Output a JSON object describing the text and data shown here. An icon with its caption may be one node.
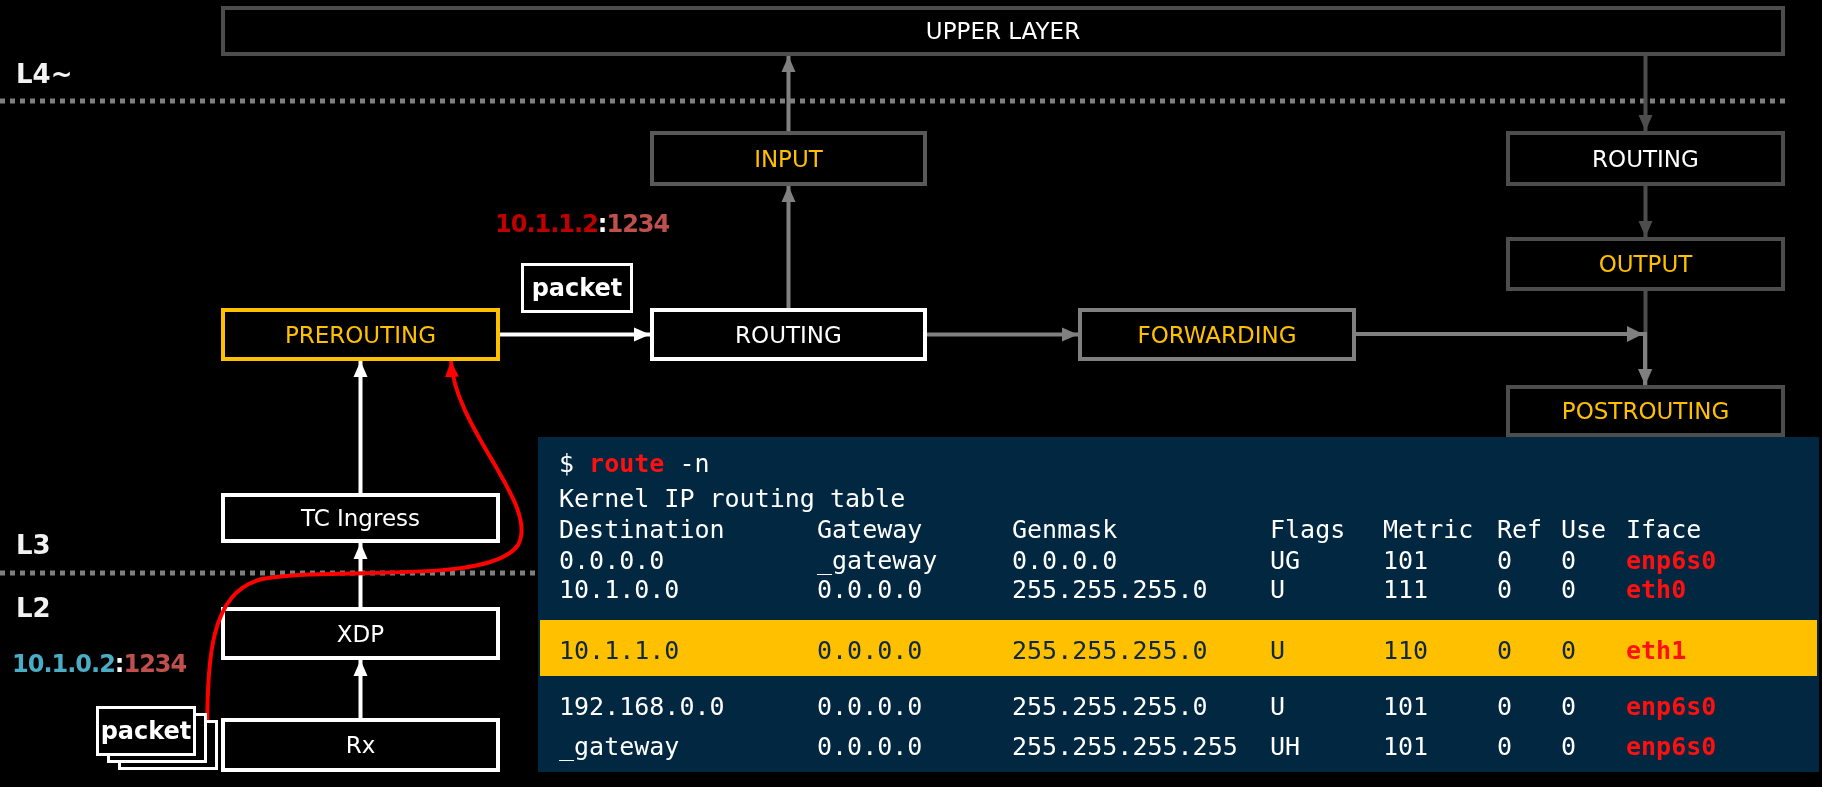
{
  "diagram": {
    "nodes": [
      {
        "text": [
          "UPPER LAYER"
        ]
      },
      {
        "text": [
          "INPUT"
        ]
      },
      {
        "text": [
          "ROUTING"
        ]
      },
      {
        "text": [
          "OUTPUT"
        ]
      },
      {
        "text": [
          "packet"
        ]
      },
      {
        "text": [
          "PREROUTING"
        ]
      },
      {
        "text": [
          "ROUTING"
        ]
      },
      {
        "text": [
          "FORWARDING"
        ]
      },
      {
        "text": [
          "POSTROUTING"
        ]
      },
      {
        "text": [
          "TC Ingress"
        ]
      },
      {
        "text": [
          "XDP"
        ]
      },
      {
        "text": [
          "packet"
        ]
      },
      {
        "text": [
          "Rx"
        ]
      }
    ],
    "edges": [
      {
        "from": 12,
        "to": 10,
        "arrow": "to"
      },
      {
        "from": 10,
        "to": 9,
        "arrow": "to"
      },
      {
        "from": 9,
        "to": 5,
        "arrow": "to"
      },
      {
        "from": 5,
        "to": 6,
        "arrow": "to"
      },
      {
        "from": 6,
        "to": 1,
        "arrow": "to",
        "color": "#808080"
      },
      {
        "from": 1,
        "to": 0,
        "arrow": "to",
        "color": "#808080"
      },
      {
        "from": 6,
        "to": 7,
        "arrow": "to",
        "color": "#808080"
      },
      {
        "from": 0,
        "to": 2,
        "arrow": "to",
        "color": "#4d4d4d"
      },
      {
        "from": 2,
        "to": 3,
        "arrow": "to",
        "color": "#4d4d4d"
      },
      {
        "from": 3,
        "to": 8,
        "arrow": "to",
        "color": "#4d4d4d"
      },
      {
        "from": 7,
        "to": 8,
        "arrow": "to",
        "color": "#808080"
      },
      {
        "from": 11,
        "to": 5,
        "arrow": "to",
        "color": "#ff0000"
      }
    ],
    "labels": [
      "L4~",
      "10.1.1.2:1234",
      "L3",
      "L2",
      "10.1.0.2:1234",
      "$ **route** -n",
      "Kernel IP routing table",
      "Destination",
      "Gateway",
      "Genmask",
      "Flags",
      "Metric",
      "Ref",
      "Use",
      "Iface",
      "0.0.0.0",
      "_gateway",
      "0.0.0.0",
      "UG",
      "101",
      "0",
      "0",
      "enp6s0",
      "10.1.0.0",
      "0.0.0.0",
      "255.255.255.0",
      "U",
      "111",
      "0",
      "0",
      "eth0",
      "10.1.1.0",
      "0.0.0.0",
      "255.255.255.0",
      "U",
      "110",
      "0",
      "0",
      "eth1",
      "192.168.0.0",
      "0.0.0.0",
      "255.255.255.0",
      "U",
      "101",
      "0",
      "0",
      "enp6s0",
      "_gateway",
      "0.0.0.0",
      "255.255.255.255",
      "UH",
      "101",
      "0",
      "0",
      "enp6s0"
    ]
  }
}
